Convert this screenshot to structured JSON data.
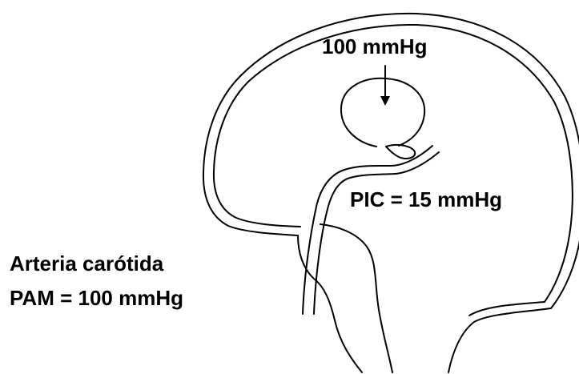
{
  "diagram": {
    "aneurysm_pressure_label": "100 mmHg",
    "intracranial_pressure_label": "PIC = 15 mmHg",
    "artery_label": "Arteria carótida",
    "mean_arterial_pressure_label": "PAM = 100 mmHg"
  }
}
